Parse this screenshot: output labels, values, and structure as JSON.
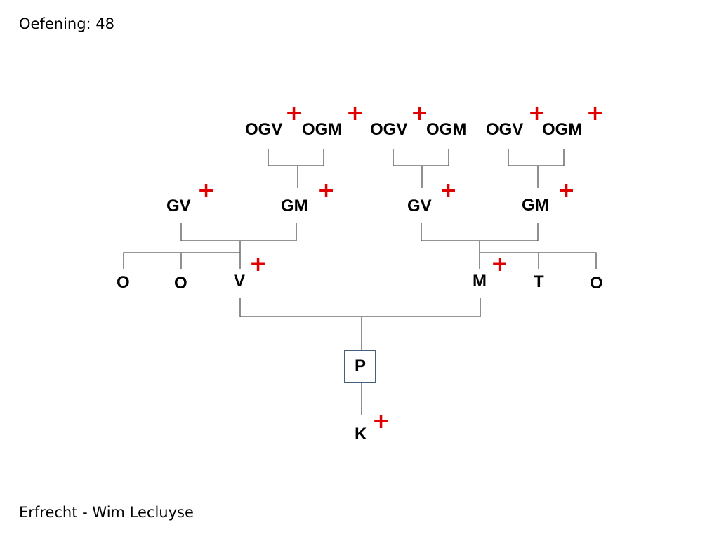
{
  "slide": {
    "title": "Oefening: 48",
    "footer": "Erfrecht - Wim Lecluyse"
  },
  "tree": {
    "great_grandparents": [
      "OGV",
      "OGM",
      "OGV",
      "OGM",
      "OGV",
      "OGM"
    ],
    "grandparents": [
      "GV",
      "GM",
      "GV",
      "GM"
    ],
    "father_side": [
      "O",
      "O",
      "V"
    ],
    "mother_side": [
      "M",
      "T",
      "O"
    ],
    "deceased_marker": "+",
    "testator": "P",
    "child": "K"
  },
  "colors": {
    "deceased_marker": "#e00000",
    "lines": "#555555",
    "testator_border": "#44607f"
  }
}
